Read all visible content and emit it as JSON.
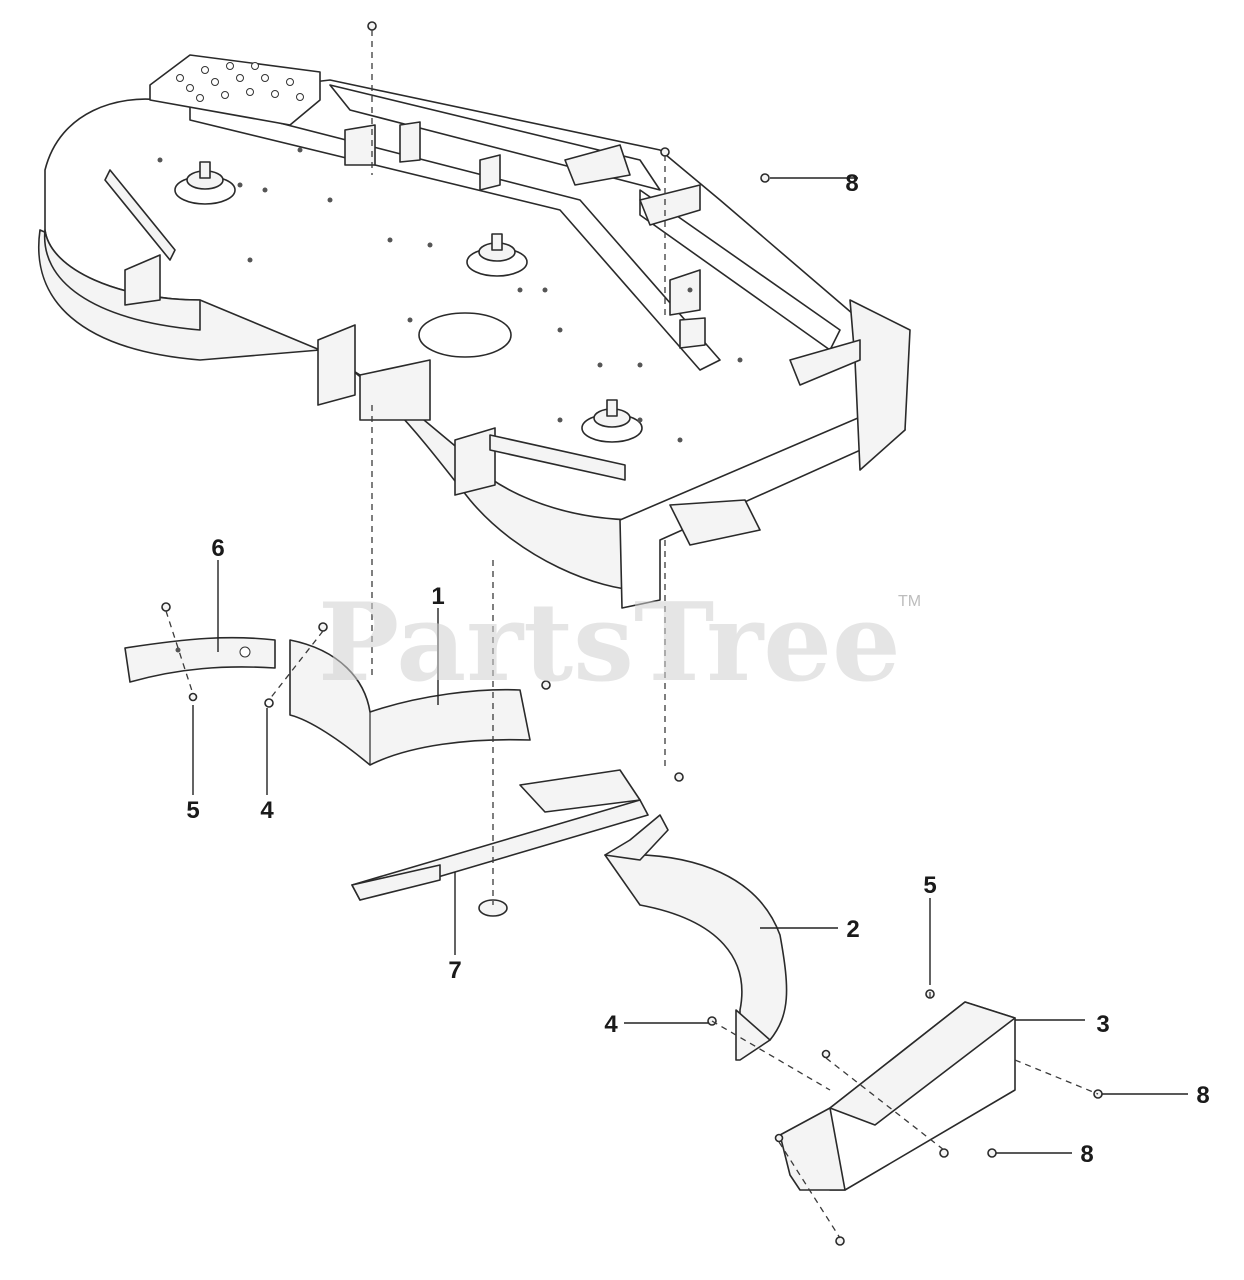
{
  "watermark": {
    "brand": "PartsTree",
    "trademark": "TM"
  },
  "callouts": {
    "c6": "6",
    "c1": "1",
    "c5a": "5",
    "c4a": "4",
    "c7": "7",
    "c2": "2",
    "c5b": "5",
    "c3": "3",
    "c4b": "4",
    "c8a": "8",
    "c8b": "8",
    "c8c": "8"
  }
}
